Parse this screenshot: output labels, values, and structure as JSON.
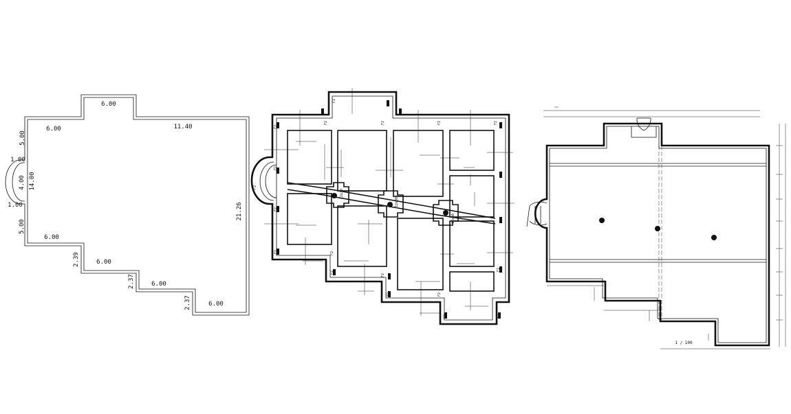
{
  "plan_outline": {
    "dim_top": "6.00",
    "dim_left_top": "6.00",
    "dim_right_top": "11.40",
    "dim_side_top": "5.00",
    "dim_bay_top": "1.00",
    "dim_bay": "4.00",
    "dim_bay_bottom": "1.00",
    "dim_side_bottom": "5.00",
    "dim_height": "14.00",
    "dim_left_bottom": "6.00",
    "dim_step1_h": "2.39",
    "dim_step1_w": "6.00",
    "dim_step2_h": "2.37",
    "dim_step2_w": "6.00",
    "dim_step3_h": "2.37",
    "dim_step3_w": "6.00",
    "dim_right": "21.26"
  },
  "plan_foundation": {
    "footing_label": "F2",
    "beam_label": "12x30"
  },
  "plan_roof": {
    "scale": "1 / 100"
  }
}
